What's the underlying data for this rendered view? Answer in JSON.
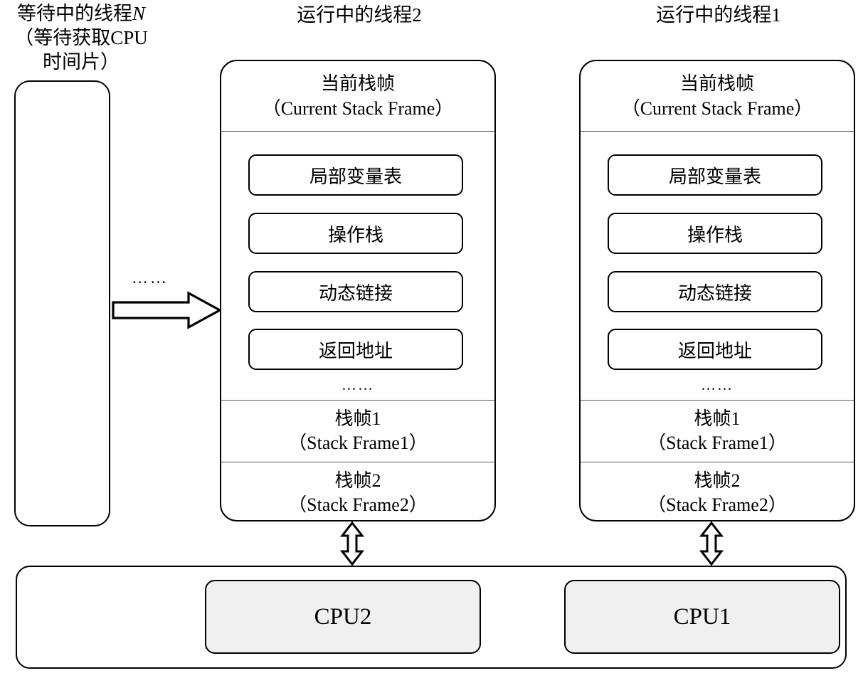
{
  "diagram": {
    "title_semantic": "jvm-thread-stack-frames-and-cpu-diagram",
    "accent_colors": {
      "border": "#000000",
      "divider": "#555555",
      "cpu_fill": "#f0f0f0",
      "background": "#ffffff"
    }
  },
  "captions": {
    "waiting_line1": "等待中的线程",
    "waiting_line1_italic": "N",
    "waiting_line2": "（等待获取CPU",
    "waiting_line3": "时间片）",
    "thread2": "运行中的线程2",
    "thread1": "运行中的线程1"
  },
  "waiting_box": {
    "label": ""
  },
  "connector": {
    "ellipsis": "……",
    "arrow_icon": "right-block-arrow"
  },
  "threads": [
    {
      "id": "thread2",
      "header_cn": "当前栈帧",
      "header_en": "（Current Stack Frame）",
      "slots": [
        "局部变量表",
        "操作栈",
        "动态链接",
        "返回地址"
      ],
      "slots_ellipsis": "……",
      "frames": [
        {
          "cn": "栈帧1",
          "en": "（Stack Frame1）"
        },
        {
          "cn": "栈帧2",
          "en": "（Stack Frame2）"
        }
      ]
    },
    {
      "id": "thread1",
      "header_cn": "当前栈帧",
      "header_en": "（Current Stack Frame）",
      "slots": [
        "局部变量表",
        "操作栈",
        "动态链接",
        "返回地址"
      ],
      "slots_ellipsis": "……",
      "frames": [
        {
          "cn": "栈帧1",
          "en": "（Stack Frame1）"
        },
        {
          "cn": "栈帧2",
          "en": "（Stack Frame2）"
        }
      ]
    }
  ],
  "cpu": {
    "boxes": [
      {
        "label": "CPU2"
      },
      {
        "label": "CPU1"
      }
    ],
    "link_icon": "double-headed-vertical-arrow"
  }
}
